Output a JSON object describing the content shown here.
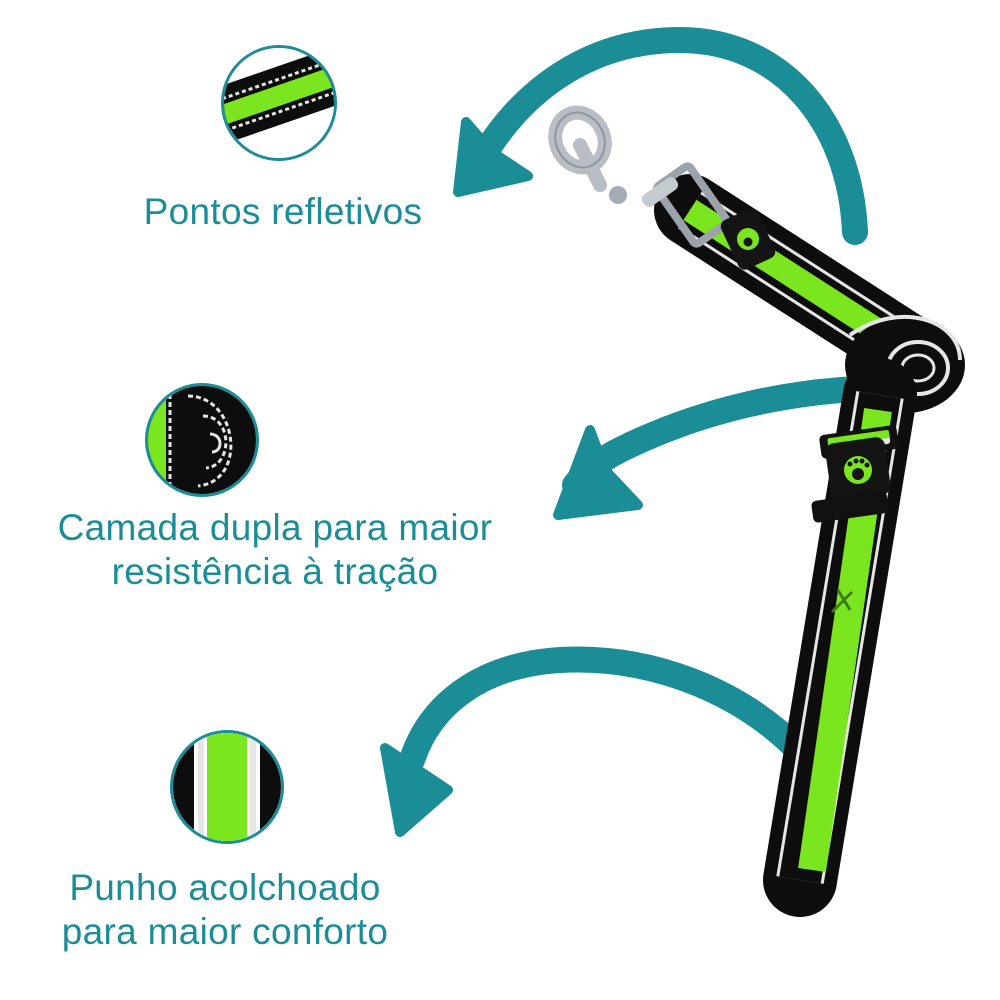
{
  "colors": {
    "accent": "#1b8d97",
    "leash_green": "#7be51f",
    "leash_black": "#0d0d0d",
    "reflective": "#e6e6e6",
    "metal": "#b9bec4"
  },
  "features": [
    {
      "lines": [
        "Pontos refletivos"
      ],
      "icon": "reflective-stitching-closeup-icon"
    },
    {
      "lines": [
        "Camada dupla para maior",
        "resistência à tração"
      ],
      "icon": "double-layer-closeup-icon"
    },
    {
      "lines": [
        "Punho acolchoado",
        "para maior conforto"
      ],
      "icon": "padded-handle-closeup-icon"
    }
  ]
}
